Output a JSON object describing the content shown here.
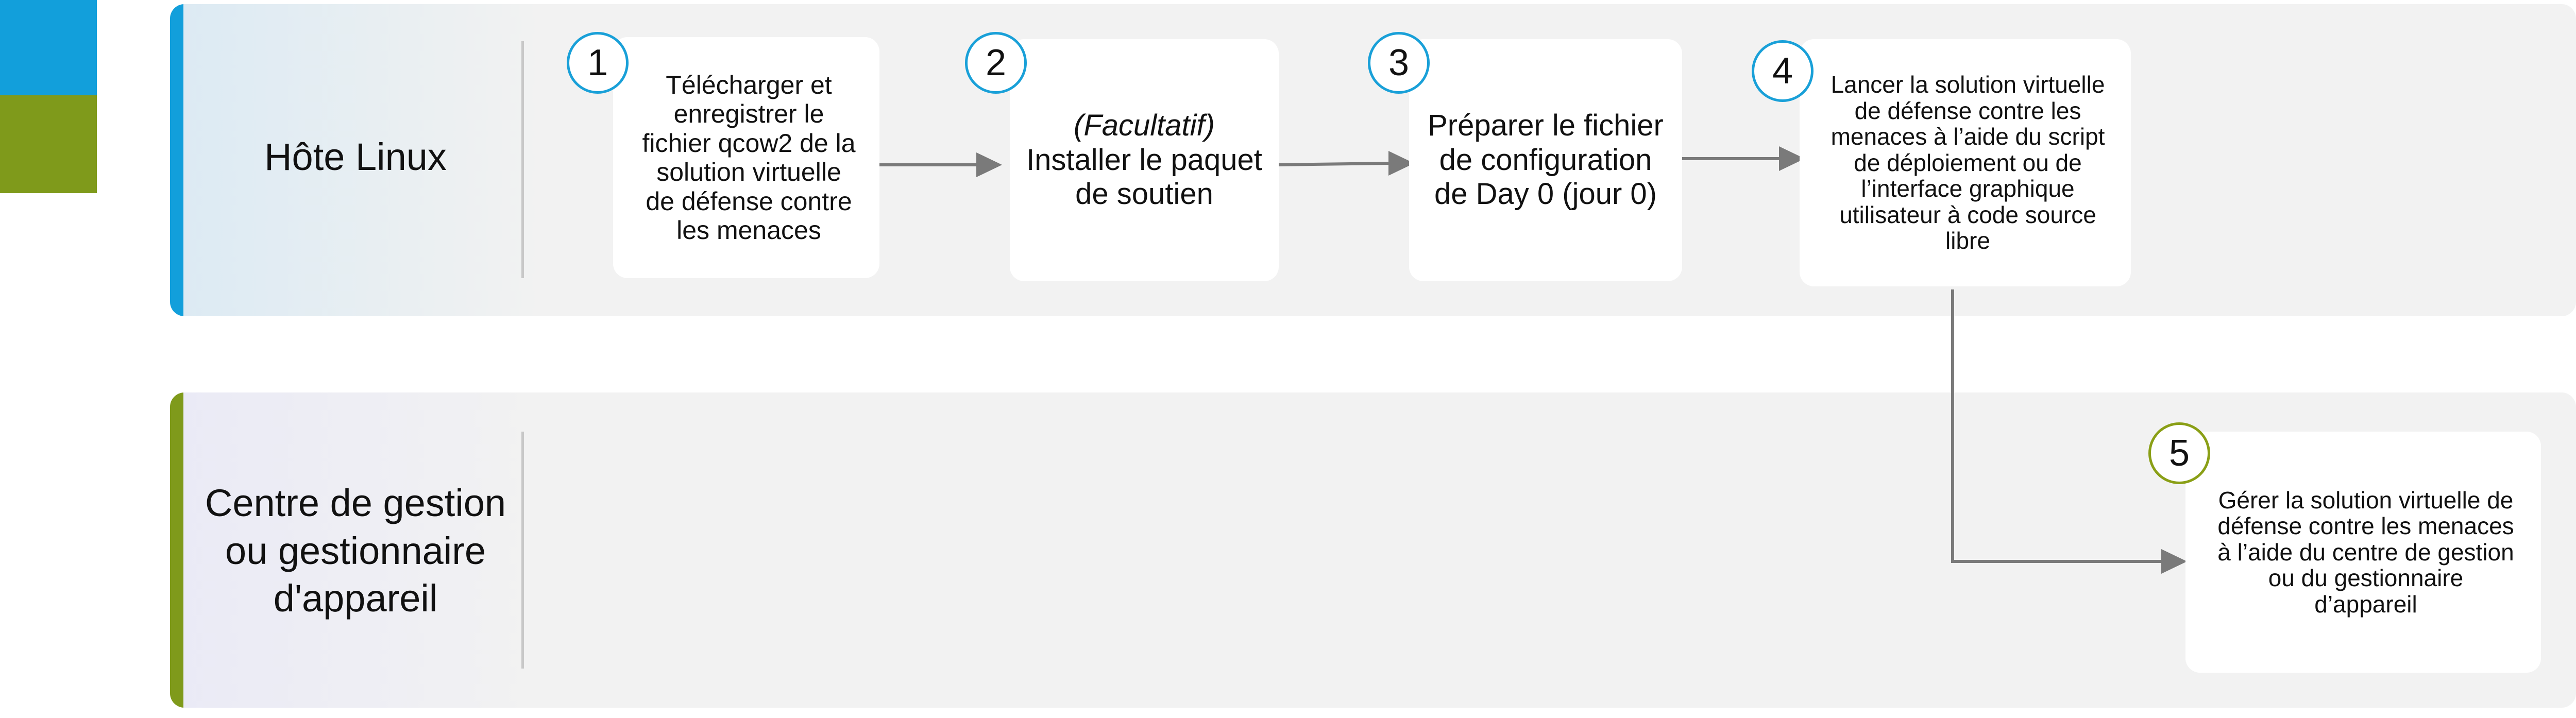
{
  "colors": {
    "lane1_accent": "#129fdb",
    "lane2_accent": "#7f9a1b",
    "lane_background": "#f2f2f2",
    "connector": "#7a7a7a"
  },
  "lanes": [
    {
      "title": "Hôte Linux"
    },
    {
      "title": "Centre de gestion ou gestionnaire d'appareil"
    }
  ],
  "steps": [
    {
      "number": "1",
      "text": "Télécharger et enregistrer le fichier qcow2 de la solution virtuelle de défense contre les menaces"
    },
    {
      "number": "2",
      "optional_label": "(Facultatif)",
      "text": "Installer le paquet de soutien"
    },
    {
      "number": "3",
      "text": "Préparer le fichier de configuration de Day 0 (jour 0)"
    },
    {
      "number": "4",
      "text": "Lancer la solution virtuelle de défense contre les menaces à l’aide du script de déploiement ou de l’interface graphique utilisateur à code source libre"
    },
    {
      "number": "5",
      "text": "Gérer la solution virtuelle de défense contre les menaces à l’aide du centre de gestion ou du gestionnaire d’appareil"
    }
  ]
}
